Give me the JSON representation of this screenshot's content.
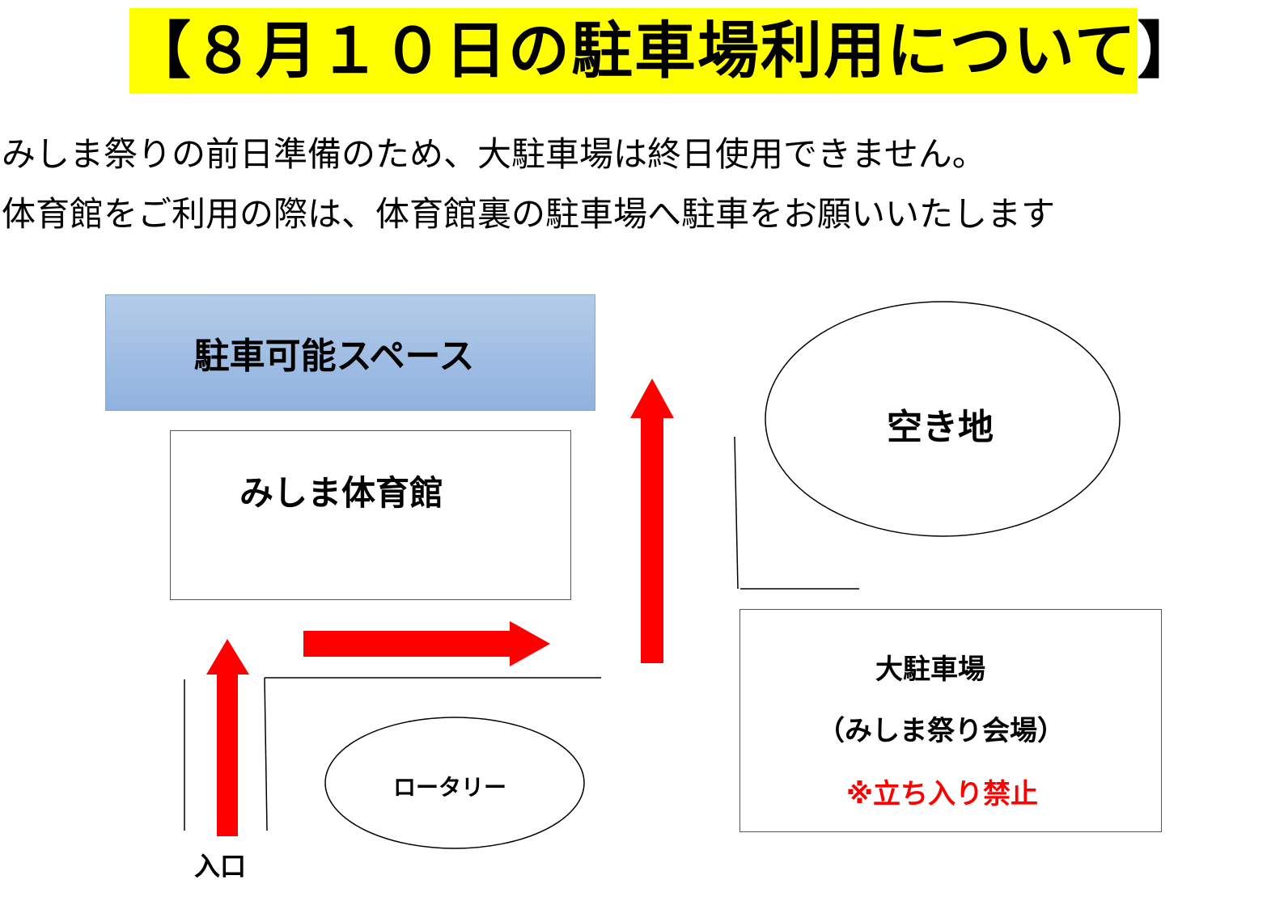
{
  "title": "【８月１０日の駐車場利用について】",
  "notice": {
    "line1": "みしま祭りの前日準備のため、大駐車場は終日使用できません。",
    "line2": "体育館をご利用の際は、体育館裏の駐車場へ駐車をお願いいたします"
  },
  "map": {
    "parking_space": "駐車可能スペース",
    "gym": "みしま体育館",
    "vacant_lot": "空き地",
    "big_lot": {
      "name": "大駐車場",
      "sub": "（みしま祭り会場）",
      "warning": "※立ち入り禁止"
    },
    "rotary": "ロータリー",
    "entrance": "入口"
  },
  "colors": {
    "title_background": "#ffff00",
    "arrow": "#ff0000",
    "warning_text": "#ff0000",
    "parking_space_fill": "#9fbde6"
  }
}
